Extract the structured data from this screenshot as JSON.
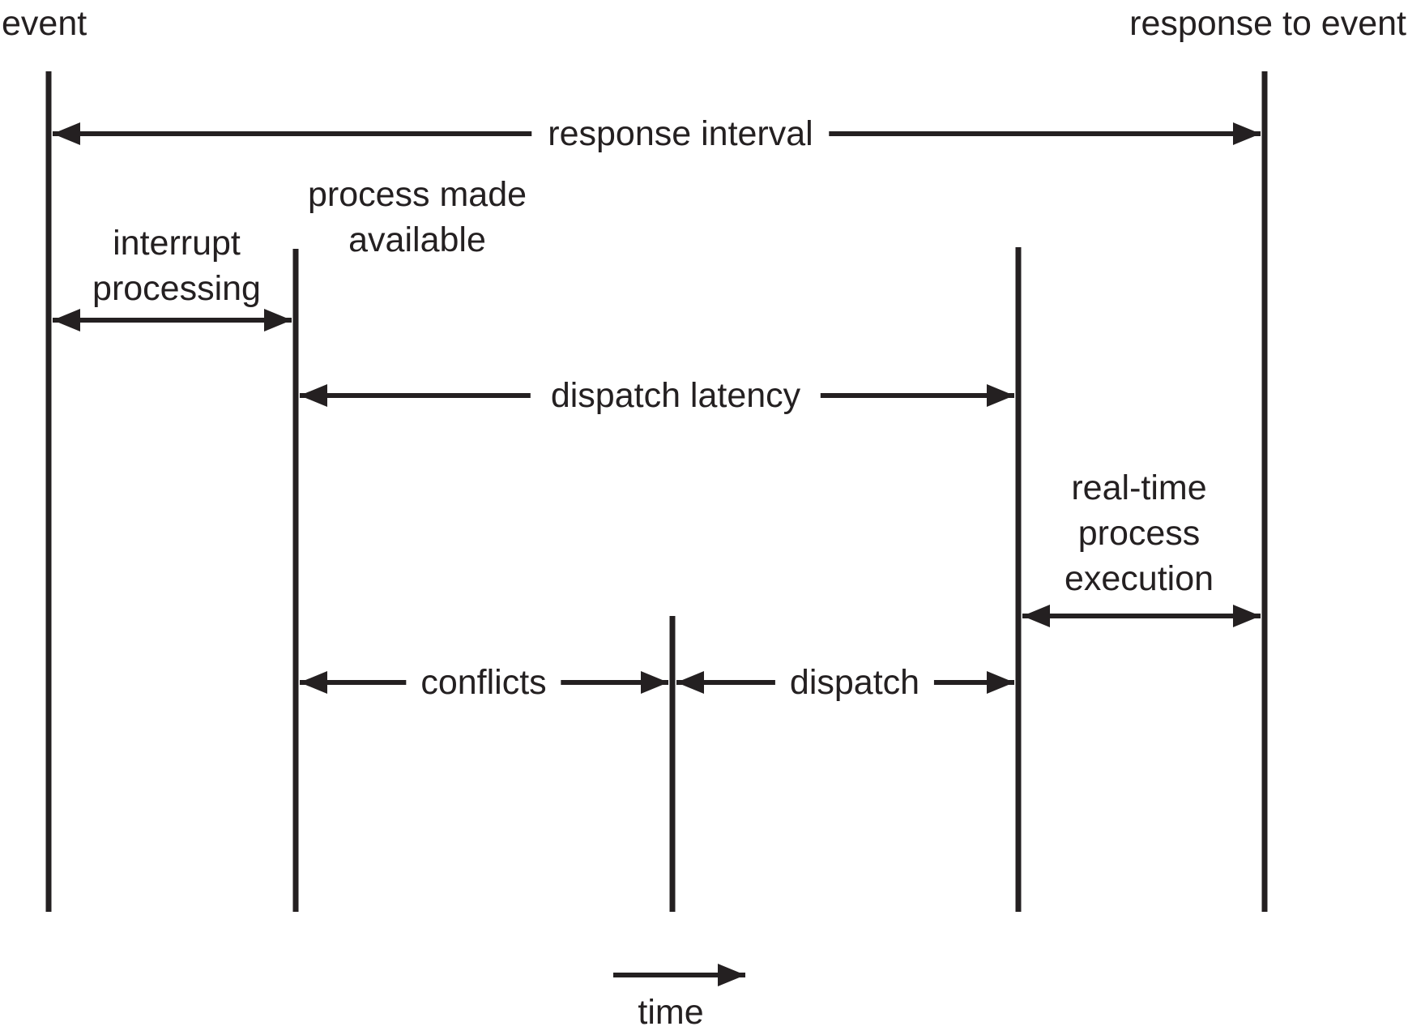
{
  "diagram": {
    "title_labels": {
      "event": "event",
      "response_to_event": "response to event"
    },
    "interval_labels": {
      "response_interval": "response interval",
      "interrupt_processing": "interrupt\nprocessing",
      "process_made_available": "process made\navailable",
      "dispatch_latency": "dispatch latency",
      "real_time_process_execution": "real-time\nprocess\nexecution",
      "conflicts": "conflicts",
      "dispatch": "dispatch",
      "time_axis": "time"
    },
    "colors": {
      "ink": "#242021",
      "background": "#ffffff"
    }
  }
}
